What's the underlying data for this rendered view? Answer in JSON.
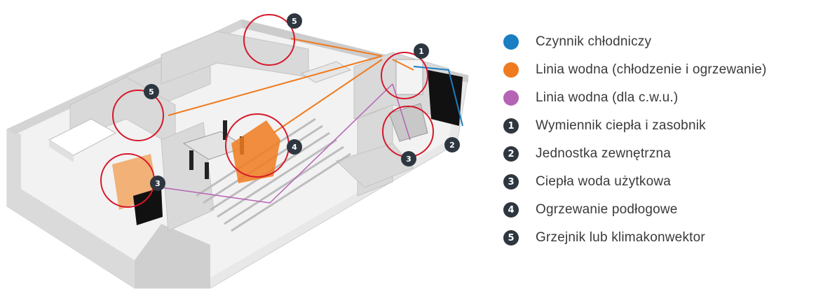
{
  "colors": {
    "refrigerant": "#1a7ec2",
    "water_line": "#f07b1e",
    "dhw_line": "#b563b5",
    "badge": "#2e3640",
    "zoom_circle": "#d6182b"
  },
  "legend": {
    "lines": [
      {
        "icon": "blue-circle-icon",
        "color": "#1a7ec2",
        "label": "Czynnik chłodniczy"
      },
      {
        "icon": "orange-circle-icon",
        "color": "#f07b1e",
        "label": "Linia wodna (chłodzenie i ogrzewanie)"
      },
      {
        "icon": "purple-circle-icon",
        "color": "#b563b5",
        "label": "Linia wodna (dla c.w.u.)"
      }
    ],
    "components": [
      {
        "number": "1",
        "label": "Wymiennik ciepła i zasobnik"
      },
      {
        "number": "2",
        "label": "Jednostka zewnętrzna"
      },
      {
        "number": "3",
        "label": "Ciepła woda użytkowa"
      },
      {
        "number": "4",
        "label": "Ogrzewanie podłogowe"
      },
      {
        "number": "5",
        "label": "Grzejnik lub klimakonwektor"
      }
    ]
  },
  "diagram": {
    "badges": {
      "b1": "1",
      "b2": "2",
      "b3_bath": "3",
      "b3_kitchen": "3",
      "b4": "4",
      "b5_top": "5",
      "b5_left": "5"
    }
  }
}
